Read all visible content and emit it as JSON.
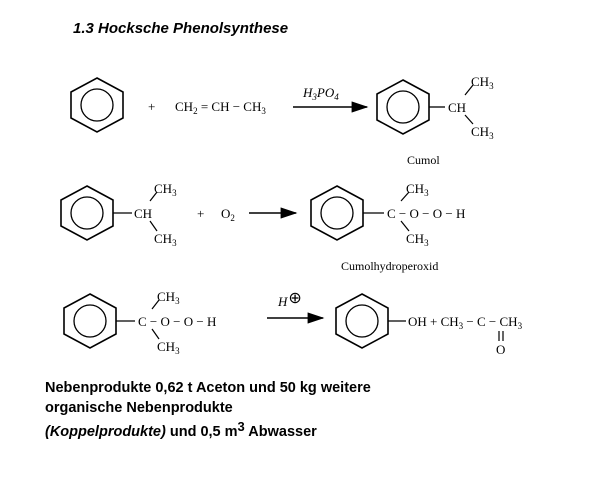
{
  "title": "1.3 Hocksche Phenolsynthese",
  "reaction1": {
    "plus": "+",
    "reagent": [
      "CH",
      "2",
      " = CH − CH",
      "3"
    ],
    "catalyst": [
      "H",
      "3",
      "PO",
      "4"
    ],
    "ch3_top": [
      "CH",
      "3"
    ],
    "ch": "CH",
    "ch3_bottom": [
      "CH",
      "3"
    ],
    "product_label": "Cumol"
  },
  "reaction2": {
    "ch3_top": [
      "CH",
      "3"
    ],
    "ch": "CH",
    "ch3_bottom": [
      "CH",
      "3"
    ],
    "plus": "+",
    "oxygen": [
      "O",
      "2"
    ],
    "p_ch3_top": [
      "CH",
      "3"
    ],
    "chain": "C − O − O − H",
    "p_ch3_bottom": [
      "CH",
      "3"
    ],
    "product_label": "Cumolhydroperoxid"
  },
  "reaction3": {
    "ch3_top": [
      "CH",
      "3"
    ],
    "chain": "C − O − O − H",
    "ch3_bottom": [
      "CH",
      "3"
    ],
    "catalyst": "H",
    "catalyst_sup": "⊕",
    "phenol_oh": "OH + CH",
    "phenol_oh_sub": "3",
    "acetone_c": " − C − CH",
    "acetone_sub": "3",
    "carbonyl_o": "O"
  },
  "notes": {
    "line1": "Nebenprodukte 0,62 t Aceton und 50 kg weitere",
    "line2": "organische Nebenprodukte",
    "line3_italic": "(Koppelprodukte)",
    "line3_rest": " und 0,5 m",
    "line3_sup": "3",
    "line3_end": " Abwasser"
  }
}
